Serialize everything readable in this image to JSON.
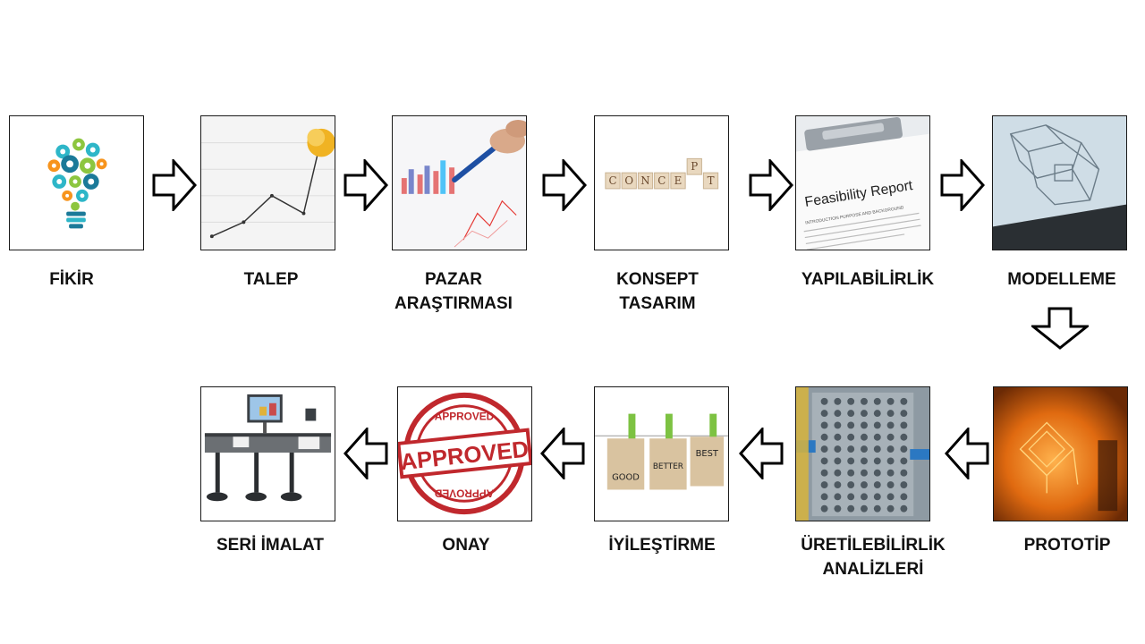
{
  "steps": [
    {
      "id": "fikir",
      "label": "FİKİR"
    },
    {
      "id": "talep",
      "label": "TALEP"
    },
    {
      "id": "pazar",
      "label": "PAZAR\nARAŞTIRMASI"
    },
    {
      "id": "konsept",
      "label": "KONSEPT\nTASARIM"
    },
    {
      "id": "yapilabilirlik",
      "label": "YAPILABİLİRLİK"
    },
    {
      "id": "modelleme",
      "label": "MODELLEME"
    },
    {
      "id": "prototip",
      "label": "PROTOTİP"
    },
    {
      "id": "uretilebilirlik",
      "label": "ÜRETİLEBİLİRLİK\nANALİZLERİ"
    },
    {
      "id": "iyilestirme",
      "label": "İYİLEŞTİRME"
    },
    {
      "id": "onay",
      "label": "ONAY"
    },
    {
      "id": "seri",
      "label": "SERİ İMALAT"
    }
  ],
  "image_text": {
    "concept_letters": [
      "C",
      "O",
      "N",
      "C",
      "E",
      "P",
      "T"
    ],
    "report_title": "Feasibility Report",
    "report_sub": "INTRODUCTION PURPOSE AND BACKGROUND",
    "tags": [
      "GOOD",
      "BETTER",
      "BEST"
    ],
    "stamp_main": "APPROVED",
    "stamp_ring": "APPROVED"
  },
  "arrow_flow": [
    {
      "from": "fikir",
      "to": "talep",
      "direction": "right"
    },
    {
      "from": "talep",
      "to": "pazar",
      "direction": "right"
    },
    {
      "from": "pazar",
      "to": "konsept",
      "direction": "right"
    },
    {
      "from": "konsept",
      "to": "yapilabilirlik",
      "direction": "right"
    },
    {
      "from": "yapilabilirlik",
      "to": "modelleme",
      "direction": "right"
    },
    {
      "from": "modelleme",
      "to": "prototip",
      "direction": "down"
    },
    {
      "from": "prototip",
      "to": "uretilebilirlik",
      "direction": "left"
    },
    {
      "from": "uretilebilirlik",
      "to": "iyilestirme",
      "direction": "left"
    },
    {
      "from": "iyilestirme",
      "to": "onay",
      "direction": "left"
    },
    {
      "from": "onay",
      "to": "seri",
      "direction": "left"
    }
  ],
  "colors": {
    "outline": "#111111",
    "accent_stamp": "#c0282d",
    "accent_prototype": "#e06a10"
  }
}
